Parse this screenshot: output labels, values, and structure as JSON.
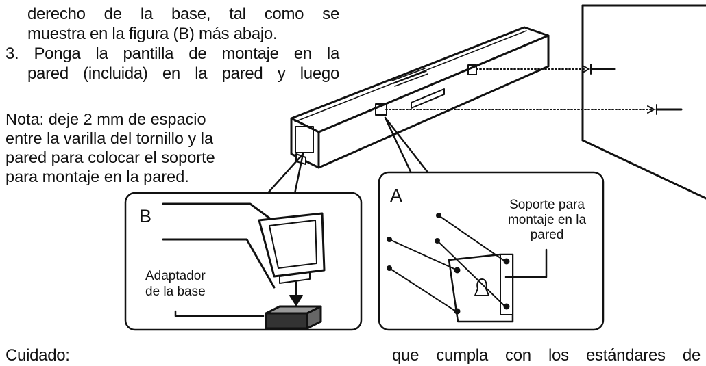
{
  "instructions": {
    "line1": "derecho de la base, tal como se",
    "line2": "muestra en la figura (B) más abajo.",
    "line3": "3. Ponga la pantilla de montaje en la",
    "line4": "pared (incluida) en la pared y luego"
  },
  "note": {
    "line1": "Nota: deje 2 mm de espacio",
    "line2": "entre la varilla del tornillo y la",
    "line3": "pared para colocar el soporte",
    "line4": "para montaje en la pared."
  },
  "callout_b": {
    "letter": "B",
    "label_line1": "Adaptador",
    "label_line2": "de la base"
  },
  "callout_a": {
    "letter": "A",
    "label_line1": "Soporte para",
    "label_line2": "montaje en la",
    "label_line3": "pared"
  },
  "footer": {
    "left": "Cuidado:",
    "right": "que cumpla con los estándares de"
  }
}
